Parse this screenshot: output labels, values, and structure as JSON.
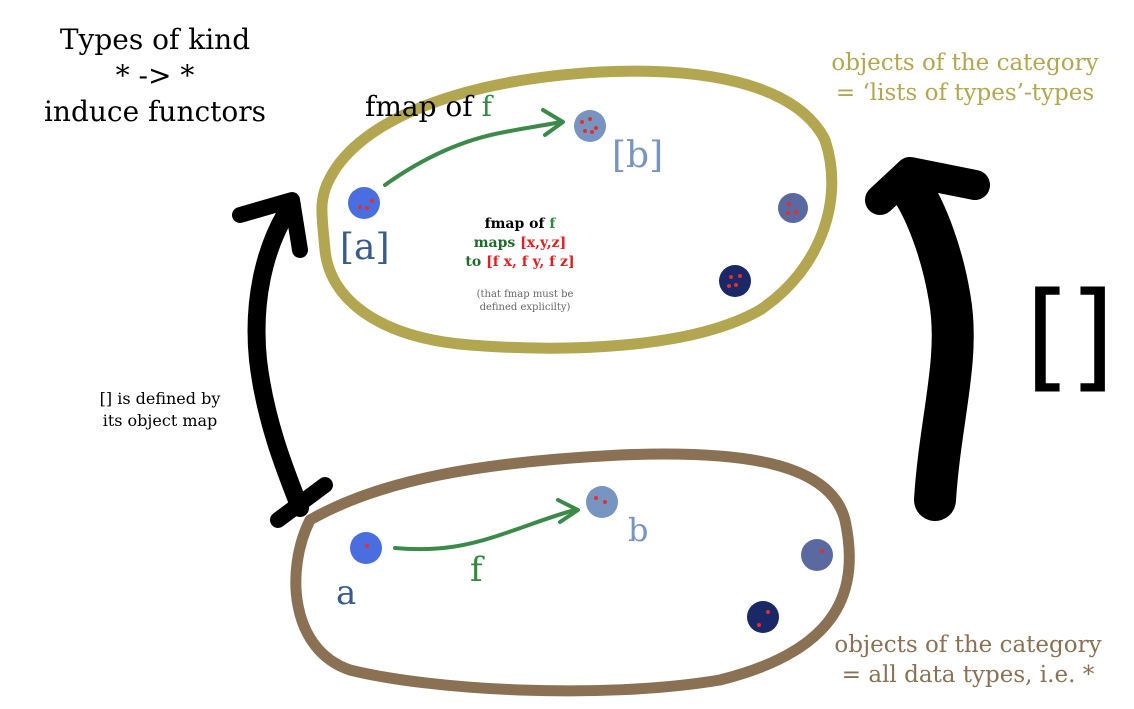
{
  "title": {
    "line1": "Types of kind",
    "line2": "* -> *",
    "line3": "induce functors"
  },
  "top_category_label": {
    "line1": "objects of the category",
    "line2": "= ‘lists of types’-types"
  },
  "bottom_category_label": {
    "line1": "objects of the category",
    "line2": "= all data types, i.e. *"
  },
  "fmap_heading": {
    "prefix": "fmap of ",
    "fn": "f"
  },
  "fmap_note": {
    "line1_prefix": "fmap of ",
    "line1_fn": "f",
    "line2_prefix": "maps ",
    "line2_value": "[x,y,z]",
    "line3_prefix": "to ",
    "line3_value": "[f x, f y, f z]",
    "small1": "(that fmap must be",
    "small2": "defined explicilty)"
  },
  "object_map_note": {
    "line1": "[] is defined by",
    "line2": "its object map"
  },
  "functor_symbol": "[]",
  "objects": {
    "a_list": "[a]",
    "b_list": "[b]",
    "a": "a",
    "b": "b",
    "f": "f"
  },
  "colors": {
    "top_category": "#b3a650",
    "bottom_category": "#8a7154",
    "morphism": "#2f8a3e",
    "object_a": "#4a6ee0",
    "object_b": "#7894c0",
    "object_slate": "#5a6aa0",
    "object_navy": "#1a2868",
    "dots": "#e03030"
  }
}
